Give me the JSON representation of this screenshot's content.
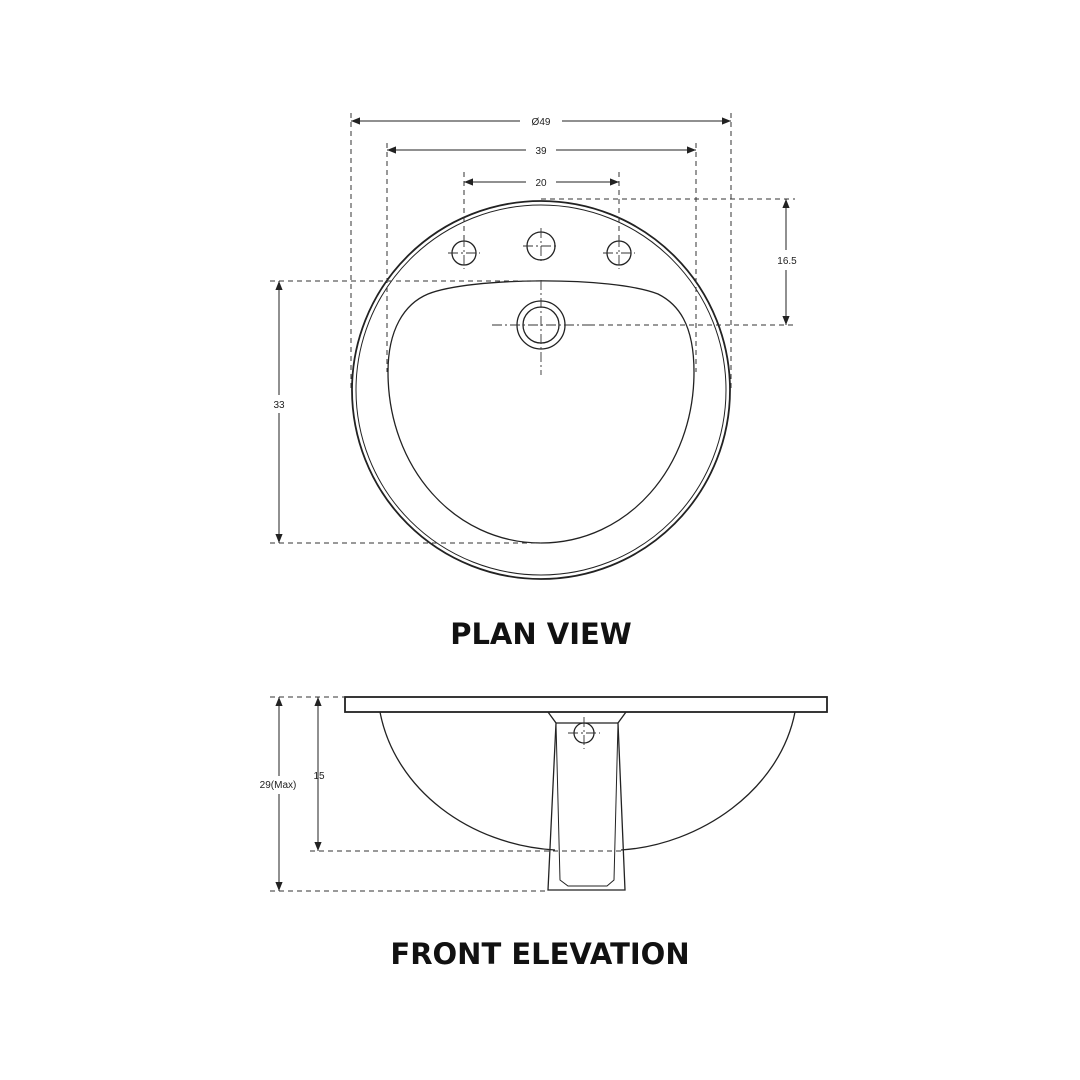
{
  "plan_view": {
    "title": "PLAN VIEW",
    "dimensions": {
      "overall_diameter": "Ø49",
      "inner_width": "39",
      "tap_spacing": "20",
      "tap_to_waste": "16.5",
      "bowl_depth": "33"
    }
  },
  "front_elevation": {
    "title": "FRONT ELEVATION",
    "dimensions": {
      "total_height": "29(Max)",
      "bowl_height": "15"
    }
  }
}
